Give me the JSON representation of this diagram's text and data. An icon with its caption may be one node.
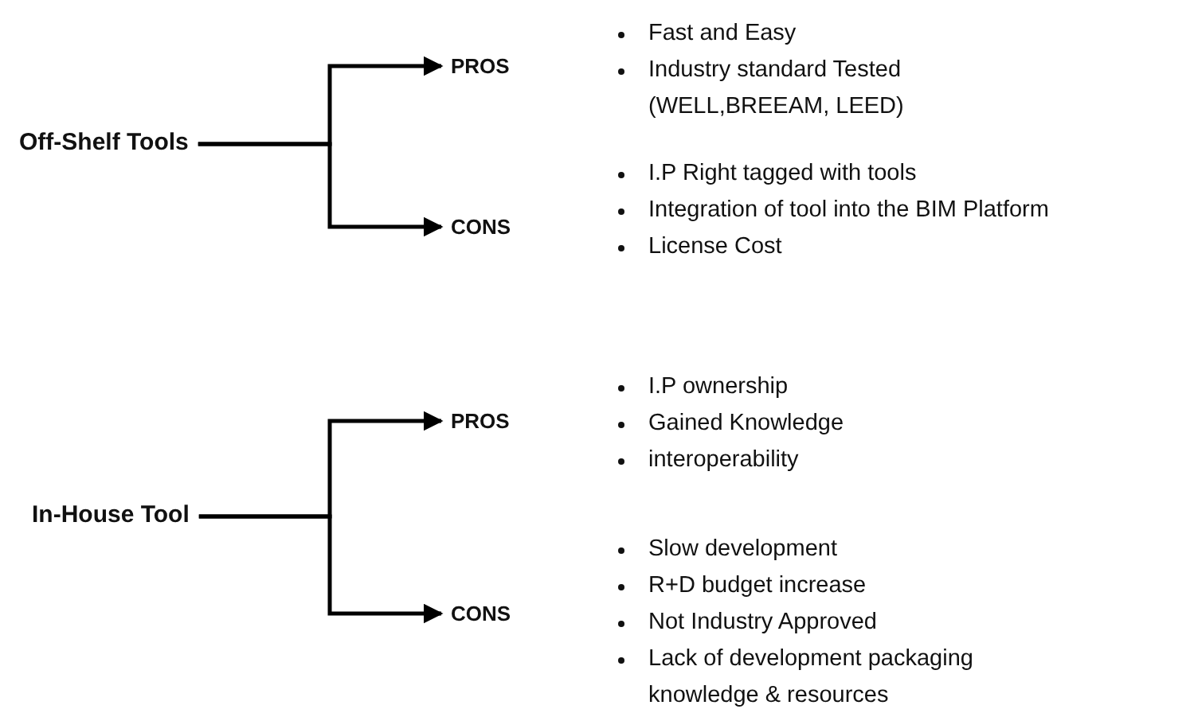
{
  "diagram": {
    "nodes": [
      {
        "text": [
          "Off-Shelf Tools"
        ]
      },
      {
        "text": [
          "PROS"
        ],
        "beside": [
          "Fast and Easy",
          "Industry standard Tested (WELL,BREEAM, LEED)"
        ]
      },
      {
        "text": [
          "CONS"
        ],
        "beside": [
          "I.P Right tagged with tools",
          "Integration of tool into the BIM Platform",
          "License Cost"
        ]
      },
      {
        "text": [
          "In-House Tool"
        ]
      },
      {
        "text": [
          "PROS"
        ],
        "beside": [
          "I.P ownership",
          "Gained Knowledge",
          "interoperability"
        ]
      },
      {
        "text": [
          "CONS"
        ],
        "beside": [
          "Slow development",
          "R+D budget increase",
          "Not Industry Approved",
          "Lack of development packaging knowledge &  resources"
        ]
      }
    ],
    "edges": [
      {
        "from": 0,
        "to": 1,
        "arrow": "to"
      },
      {
        "from": 0,
        "to": 2,
        "arrow": "to"
      },
      {
        "from": 3,
        "to": 4,
        "arrow": "to"
      },
      {
        "from": 3,
        "to": 5,
        "arrow": "to"
      }
    ]
  }
}
